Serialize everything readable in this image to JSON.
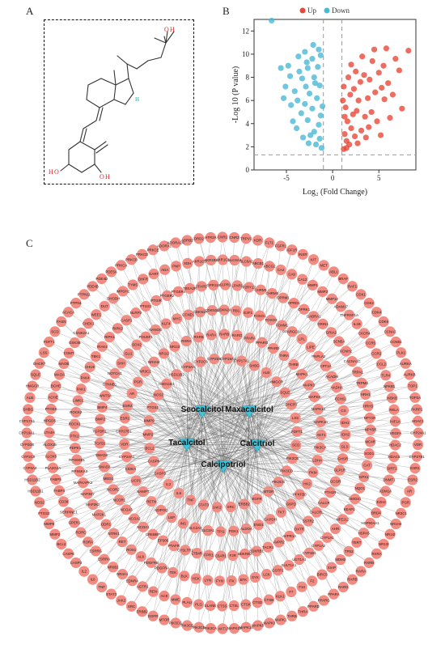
{
  "panels": {
    "a": "A",
    "b": "B",
    "c": "C"
  },
  "molecule": {
    "atoms": {
      "o_top": "O",
      "h_top": "H",
      "o_left": "O",
      "h_left": "H",
      "o_right": "O",
      "h_right": "H"
    },
    "atom_colors": {
      "oxygen": "#d62728",
      "hydrogen_stereo": "#2aa198"
    }
  },
  "chart_data": {
    "type": "scatter",
    "title": "",
    "xlabel": "Log₂ (Fold Change)",
    "ylabel": "-Log 10 (P value)",
    "xlim": [
      -8.5,
      9
    ],
    "ylim": [
      0,
      13
    ],
    "xticks": [
      -5,
      0,
      5
    ],
    "yticks": [
      0,
      2,
      4,
      6,
      8,
      10,
      12
    ],
    "thresholds": {
      "x": [
        -1,
        1
      ],
      "y": 1.3
    },
    "legend": {
      "placement": "top",
      "entries": [
        {
          "name": "Up",
          "color": "#e8483a"
        },
        {
          "name": "Down",
          "color": "#4ab9d6"
        }
      ]
    },
    "series": [
      {
        "name": "Up",
        "color": "#e8483a",
        "points": [
          [
            1.2,
            1.8
          ],
          [
            1.5,
            2.5
          ],
          [
            1.3,
            3.1
          ],
          [
            1.8,
            2.2
          ],
          [
            2.0,
            3.6
          ],
          [
            2.4,
            2.9
          ],
          [
            1.6,
            4.2
          ],
          [
            2.2,
            4.8
          ],
          [
            1.4,
            5.4
          ],
          [
            2.6,
            5.1
          ],
          [
            3.1,
            3.4
          ],
          [
            2.8,
            6.0
          ],
          [
            1.9,
            6.5
          ],
          [
            3.5,
            4.6
          ],
          [
            1.2,
            7.2
          ],
          [
            2.3,
            7.0
          ],
          [
            3.0,
            7.6
          ],
          [
            3.8,
            6.2
          ],
          [
            4.2,
            5.0
          ],
          [
            1.7,
            8.0
          ],
          [
            2.5,
            8.5
          ],
          [
            3.4,
            8.2
          ],
          [
            4.0,
            7.8
          ],
          [
            4.6,
            6.7
          ],
          [
            5.0,
            8.4
          ],
          [
            5.5,
            9.0
          ],
          [
            4.3,
            9.4
          ],
          [
            6.0,
            7.5
          ],
          [
            6.8,
            9.6
          ],
          [
            5.8,
            10.5
          ],
          [
            7.2,
            8.6
          ],
          [
            8.2,
            10.3
          ],
          [
            3.2,
            9.8
          ],
          [
            2.0,
            9.1
          ],
          [
            1.1,
            6.0
          ],
          [
            1.3,
            4.6
          ],
          [
            3.6,
            2.8
          ],
          [
            4.8,
            4.2
          ],
          [
            5.2,
            3.0
          ],
          [
            6.2,
            4.5
          ],
          [
            5.6,
            6.1
          ],
          [
            6.5,
            6.5
          ],
          [
            4.5,
            10.4
          ],
          [
            5.3,
            7.1
          ],
          [
            7.5,
            5.3
          ],
          [
            3.9,
            3.7
          ],
          [
            2.7,
            2.3
          ],
          [
            1.5,
            1.9
          ]
        ]
      },
      {
        "name": "Down",
        "color": "#4ab9d6",
        "points": [
          [
            -1.2,
            1.9
          ],
          [
            -1.4,
            2.7
          ],
          [
            -1.8,
            2.2
          ],
          [
            -2.0,
            3.3
          ],
          [
            -1.5,
            3.9
          ],
          [
            -2.4,
            3.0
          ],
          [
            -1.3,
            4.7
          ],
          [
            -2.7,
            4.3
          ],
          [
            -2.2,
            5.3
          ],
          [
            -3.0,
            5.7
          ],
          [
            -1.7,
            6.2
          ],
          [
            -3.4,
            4.9
          ],
          [
            -2.5,
            6.6
          ],
          [
            -1.4,
            7.3
          ],
          [
            -3.8,
            6.0
          ],
          [
            -2.9,
            7.2
          ],
          [
            -2.0,
            8.0
          ],
          [
            -3.3,
            7.9
          ],
          [
            -4.1,
            6.8
          ],
          [
            -1.6,
            8.9
          ],
          [
            -2.7,
            8.8
          ],
          [
            -4.5,
            5.6
          ],
          [
            -3.6,
            8.5
          ],
          [
            -2.2,
            9.6
          ],
          [
            -1.3,
            9.9
          ],
          [
            -5.1,
            7.2
          ],
          [
            -4.6,
            8.1
          ],
          [
            -5.6,
            8.8
          ],
          [
            -3.0,
            10.2
          ],
          [
            -2.1,
            10.8
          ],
          [
            -6.6,
            12.9
          ],
          [
            -5.3,
            6.2
          ],
          [
            -3.9,
            3.6
          ],
          [
            -2.6,
            2.3
          ],
          [
            -1.1,
            5.5
          ],
          [
            -1.9,
            7.5
          ],
          [
            -4.3,
            4.2
          ],
          [
            -3.2,
            2.8
          ],
          [
            -2.8,
            9.3
          ],
          [
            -1.5,
            10.4
          ],
          [
            -4.8,
            9.0
          ],
          [
            -3.7,
            9.8
          ]
        ]
      }
    ]
  },
  "network": {
    "drugs": [
      "Seocalcitol",
      "Maxacalcitol",
      "Tacalcitol",
      "Calcitriol",
      "Calcipotriol"
    ],
    "drug_color": "#3ec6dc",
    "target_color": "#f28b82",
    "target_labels": [
      "CYP24A1",
      "VDR",
      "CYP27B1",
      "ESR1",
      "ESR2",
      "AR",
      "PGR",
      "NR3C1",
      "NR1H4",
      "NR1I2",
      "NR1I3",
      "RXRA",
      "RXRB",
      "RARA",
      "RARB",
      "RARG",
      "PPARA",
      "PPARG",
      "PPARD",
      "THRA",
      "THRB",
      "MAPK1",
      "MAPK3",
      "MAPK8",
      "MAPK14",
      "MAPK10",
      "AKT1",
      "PIK3CA",
      "PIK3CB",
      "PIK3CD",
      "PIK3CG",
      "MTOR",
      "EGFR",
      "ERBB2",
      "SRC",
      "JAK2",
      "STAT3",
      "TNF",
      "IL6",
      "IL2",
      "CASP3",
      "CASP8",
      "BCL2",
      "MMP2",
      "MMP9",
      "PTGS2",
      "NOS2",
      "HSD11B1",
      "HSD11B2",
      "CYP3A4",
      "CYP2C9",
      "CYP2D6",
      "CYP19A1",
      "CYP17A1",
      "SHBG",
      "ALB",
      "HMGCR",
      "SQLE",
      "DHCR7",
      "LSS",
      "FDFT1",
      "SCD",
      "FASN",
      "ACACA",
      "PTPN1",
      "PTPN11",
      "PDE4B",
      "PDE4D",
      "PDE5A",
      "PRKCA",
      "PRKCB",
      "PRKCD",
      "PRKCE",
      "ADORA1",
      "ADORA2A",
      "ADRB2",
      "DRD2",
      "HTR2A",
      "CNR1",
      "CNR2",
      "TRPV1",
      "KDR",
      "FLT1",
      "FGFR1",
      "IGF1R",
      "INSR",
      "KIT",
      "MET",
      "ABL1",
      "BRAF",
      "RAF1",
      "CDK1",
      "CDK2",
      "CDK4",
      "CDK6",
      "CCNA2",
      "CCNB1",
      "PLK1",
      "AURKA",
      "AURKB",
      "TOP1",
      "TOP2A",
      "PARP1",
      "HDAC1",
      "HDAC2",
      "HDAC6",
      "SIRT1",
      "DNMT1",
      "KDM1A",
      "EZH2",
      "BRD4",
      "HSP90AA1",
      "HSPA5",
      "TERT",
      "TP53",
      "MDM2",
      "XIAP",
      "BIRC5",
      "F2",
      "F10",
      "F7",
      "KLK1",
      "CTSB",
      "CTSD",
      "CTSK",
      "CTSL",
      "CTSS",
      "ELANE",
      "PLG",
      "PLAU",
      "MME",
      "ACE",
      "REN",
      "AGTR1",
      "EDNRA",
      "NR4A1",
      "NR0B1",
      "ESRRA",
      "ESRRG",
      "RORA",
      "RORC",
      "GPER1",
      "SERPINE1",
      "CD38",
      "FABP4",
      "FABP5",
      "PLA2G2A",
      "ALOX5",
      "ALOX15",
      "LTA4H",
      "HPGDS",
      "PTGES",
      "ACHE",
      "BCHE",
      "MAOA",
      "MAOB",
      "COMT",
      "GSK3B",
      "CSNK2A1",
      "CHEK1",
      "WEE1",
      "DUT",
      "DHODH",
      "IMPDH2",
      "TYMS",
      "DHFR",
      "GART",
      "ADA",
      "PNP",
      "XDH",
      "AKR1C3",
      "AKR1B1",
      "AKR1C1",
      "SLC6A4",
      "SLC6A2",
      "ABCB1",
      "ABCG2",
      "CA2",
      "CA9",
      "CA12",
      "MMP1",
      "MMP3",
      "MMP12",
      "ADAM17",
      "TNFRSF1A",
      "IL1B",
      "CXCR4",
      "CCR5",
      "CCR2",
      "CCL2",
      "TLR4",
      "NFKB1",
      "IKBKB",
      "RELA",
      "HIF1A",
      "VEGFA",
      "SOD1",
      "CAT",
      "GPX1",
      "NQO1",
      "HMOX1",
      "KEAP1",
      "NFE2L2",
      "AHR",
      "CYP1A1",
      "CYP1A2",
      "CYP1B1",
      "UGT1A1",
      "SULT1A1",
      "GSTP1",
      "LCK",
      "SYK",
      "BTK",
      "ITK",
      "FYN",
      "LYN",
      "HCK",
      "BLK",
      "TEK",
      "PDGFRA",
      "PDGFRB",
      "ALK",
      "ROS1",
      "RET",
      "NTRK1",
      "DDR1",
      "MAP2K1",
      "MAP2K2",
      "MAP3K7",
      "MAPKAPK2",
      "RPS6KA3",
      "RPS6KB1",
      "PDPK1",
      "PTK2",
      "ROCK1",
      "ROCK2",
      "LIMK1",
      "PAK1",
      "PAK4",
      "CHUK",
      "TBK1",
      "IRAK4",
      "RIPK1",
      "RIPK2",
      "CASP1",
      "NLRP3",
      "PTGS1",
      "PTGIR",
      "PTGER2",
      "PTGER4",
      "TBXA2R",
      "FFAR1",
      "GPR119",
      "S1PR1",
      "LPAR1",
      "P2RY12",
      "CHRM1",
      "CHRM3",
      "OPRM1",
      "OPRD1",
      "OPRK1",
      "GABRA1",
      "GRIN1",
      "GRIA2",
      "SCN5A",
      "KCNH2",
      "CACNA1C",
      "TRPA1",
      "TRPM8",
      "HRH1",
      "HRH3",
      "NPY1R",
      "NPY5R",
      "MC4R",
      "GHSR",
      "GLP1R",
      "GCGR",
      "PTH1R",
      "CALCR",
      "CALCRL",
      "SSTR2",
      "OXTR",
      "AVPR1A",
      "AVPR2",
      "TACR1",
      "BDKRB1",
      "BDKRB2",
      "F2R",
      "C5AR1",
      "FPR1",
      "LTB4R",
      "CYSLTR1",
      "PTAFR",
      "EP300",
      "CREBBP",
      "NCOA1",
      "NCOA2",
      "NCOA3",
      "NCOR1",
      "NCOR2",
      "MED1",
      "SMAD3",
      "SMAD4",
      "TGFB1",
      "TGFBR1",
      "BMP2",
      "BMP4",
      "WNT5A",
      "CTNNB1",
      "NOTCH1",
      "SHH",
      "GLI1",
      "SOX2",
      "POU5F1",
      "NANOG",
      "KLF4",
      "MYC",
      "CCND1",
      "CDKN1A",
      "CDKN1B",
      "CDKN2A",
      "RB1",
      "E2F1",
      "FOXO1",
      "FOXO3",
      "FOXM1",
      "PPARGC1A",
      "LPL",
      "LIPE",
      "PNPLA2",
      "CPT1A",
      "ACADM",
      "HADHA",
      "ECHS1",
      "CS",
      "IDH1",
      "IDH2",
      "GLS",
      "LDHA",
      "PKM",
      "HK2",
      "PFKFB3",
      "G6PD",
      "TKT",
      "GAPDH",
      "ENO1",
      "ALDOA",
      "PGK1",
      "TPI1",
      "SLC2A1",
      "SLC2A4",
      "INS",
      "LEP",
      "ADIPOQ",
      "RETN",
      "NAMPT",
      "UCP1",
      "CIDEA"
    ]
  }
}
